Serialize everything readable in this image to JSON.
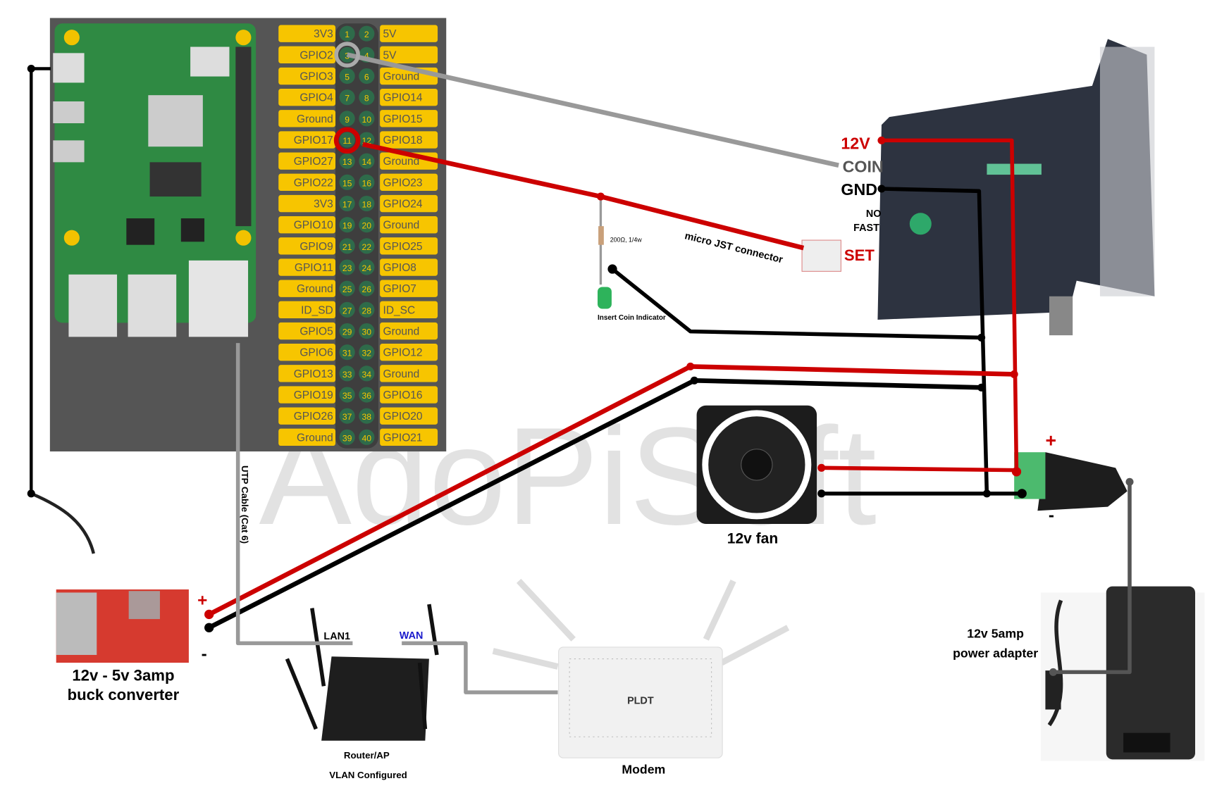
{
  "watermark": "AdoPiSoft",
  "gpio_header": {
    "rows": [
      [
        "3V3",
        "1",
        "2",
        "5V"
      ],
      [
        "GPIO2",
        "3",
        "4",
        "5V"
      ],
      [
        "GPIO3",
        "5",
        "6",
        "Ground"
      ],
      [
        "GPIO4",
        "7",
        "8",
        "GPIO14"
      ],
      [
        "Ground",
        "9",
        "10",
        "GPIO15"
      ],
      [
        "GPIO17",
        "11",
        "12",
        "GPIO18"
      ],
      [
        "GPIO27",
        "13",
        "14",
        "Ground"
      ],
      [
        "GPIO22",
        "15",
        "16",
        "GPIO23"
      ],
      [
        "3V3",
        "17",
        "18",
        "GPIO24"
      ],
      [
        "GPIO10",
        "19",
        "20",
        "Ground"
      ],
      [
        "GPIO9",
        "21",
        "22",
        "GPIO25"
      ],
      [
        "GPIO11",
        "23",
        "24",
        "GPIO8"
      ],
      [
        "Ground",
        "25",
        "26",
        "GPIO7"
      ],
      [
        "ID_SD",
        "27",
        "28",
        "ID_SC"
      ],
      [
        "GPIO5",
        "29",
        "30",
        "Ground"
      ],
      [
        "GPIO6",
        "31",
        "32",
        "GPIO12"
      ],
      [
        "GPIO13",
        "33",
        "34",
        "Ground"
      ],
      [
        "GPIO19",
        "35",
        "36",
        "GPIO16"
      ],
      [
        "GPIO26",
        "37",
        "38",
        "GPIO20"
      ],
      [
        "Ground",
        "39",
        "40",
        "GPIO21"
      ]
    ]
  },
  "coin_selector": {
    "label_12v": "12V",
    "label_coin": "COIN",
    "label_gnd": "GND",
    "label_no": "NO",
    "label_fast": "FAST",
    "label_set": "SET",
    "jst_label": "micro JST connector"
  },
  "indicator": {
    "resistor_label": "200Ω, 1/4w",
    "led_label": "Insert Coin Indicator"
  },
  "fan": {
    "label": "12v fan"
  },
  "dc_jack": {
    "plus": "+",
    "minus": "-"
  },
  "adapter": {
    "line1": "12v 5amp",
    "line2": "power adapter"
  },
  "buck": {
    "plus": "+",
    "minus": "-",
    "line1": "12v - 5v 3amp",
    "line2": "buck converter"
  },
  "utp_label": "UTP Cable (Cat 6)",
  "router": {
    "lan": "LAN1",
    "wan": "WAN",
    "line1": "Router/AP",
    "line2": "VLAN Configured"
  },
  "modem": {
    "label": "Modem",
    "brand": "PLDT"
  },
  "colors": {
    "wire_red": "#cc0000",
    "wire_black": "#000000",
    "wire_gray": "#999999",
    "pin_label": "#f7c500",
    "pin_green": "#2e6b4a",
    "board_bg": "#555555"
  }
}
